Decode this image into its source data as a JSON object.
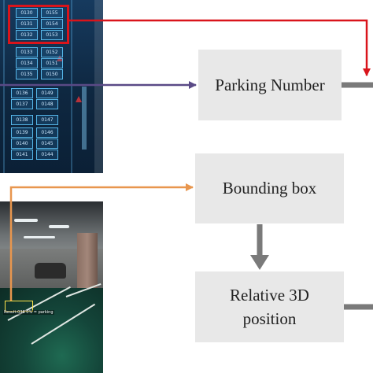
{
  "boxes": {
    "parking_number": "Parking Number",
    "bounding_box": "Bounding box",
    "relative_3d_line1": "Relative 3D",
    "relative_3d_line2": "position"
  },
  "parking_map": {
    "slots_column_a": [
      "0130",
      "0131",
      "0132",
      "0133",
      "0134",
      "0135",
      "0136",
      "0137",
      "0138",
      "0139",
      "0140",
      "0141"
    ],
    "slots_column_b": [
      "0155",
      "0154",
      "0153",
      "0152",
      "0151",
      "0150",
      "0149",
      "0148",
      "0147",
      "0146",
      "0145",
      "0144"
    ],
    "highlight_color": "#d9141b"
  },
  "camera_view": {
    "caption": "Result:038  0% = parking"
  },
  "colors": {
    "red_connector": "#d9141b",
    "purple_connector": "#5a4a86",
    "orange_connector": "#e8964e",
    "gray_connector": "#7a7a7a",
    "box_fill": "#e8e8e8",
    "map_background": "#0f2a44",
    "slot_outline": "#57b7ea"
  }
}
